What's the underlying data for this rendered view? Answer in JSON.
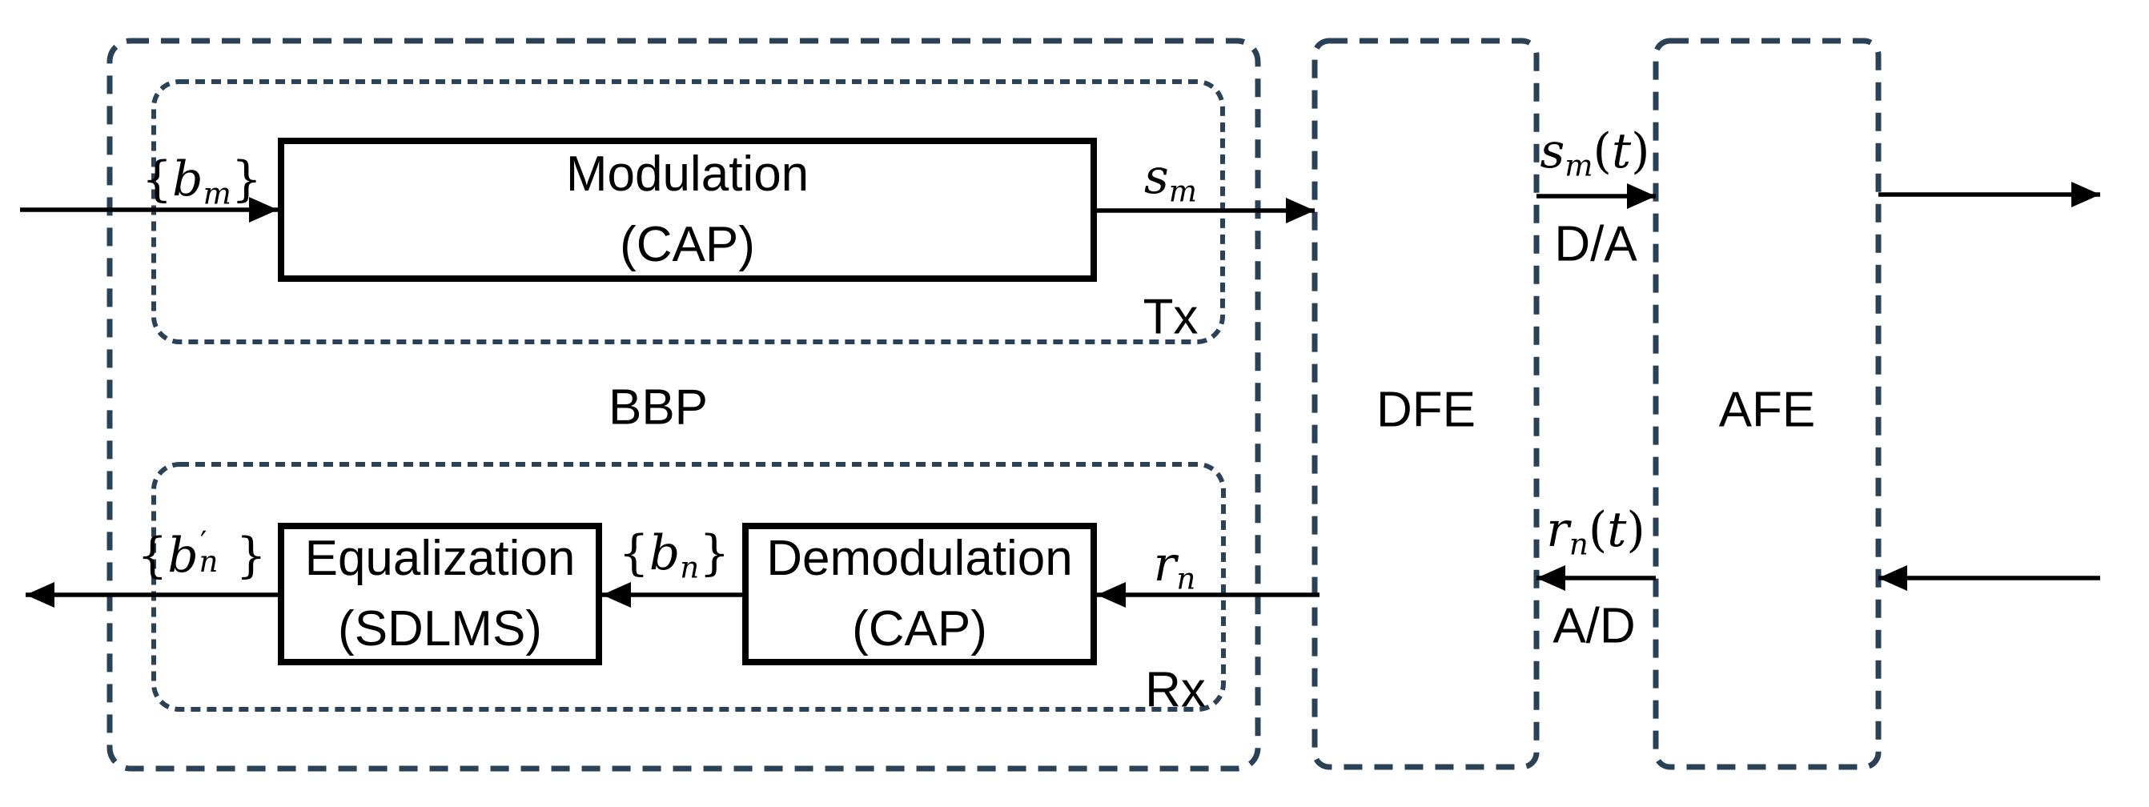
{
  "colors": {
    "dash": "#2a4257",
    "ink": "#000000",
    "bg": "#ffffff"
  },
  "containers": {
    "bbp": {
      "label": "BBP"
    },
    "tx": {
      "label": "Tx"
    },
    "rx": {
      "label": "Rx"
    },
    "dfe": {
      "label": "DFE"
    },
    "afe": {
      "label": "AFE"
    }
  },
  "blocks": {
    "modulation": {
      "line1": "Modulation",
      "line2": "(CAP)"
    },
    "equalization": {
      "line1": "Equalization",
      "line2": "(SDLMS)"
    },
    "demodulation": {
      "line1": "Demodulation",
      "line2": "(CAP)"
    }
  },
  "signals": {
    "bm": {
      "open": "{",
      "base": "b",
      "sub": "m",
      "close": "}"
    },
    "sm": {
      "base": "s",
      "sub": "m"
    },
    "smt": {
      "base": "s",
      "sub": "m",
      "paren_open": "(",
      "arg": "t",
      "paren_close": ")"
    },
    "da": {
      "label": "D/A"
    },
    "bn_prime": {
      "open": "{",
      "base": "b",
      "prime": "′",
      "sub": "n",
      "close": "}"
    },
    "bn": {
      "open": "{",
      "base": "b",
      "sub": "n",
      "close": "}"
    },
    "rn": {
      "base": "r",
      "sub": "n"
    },
    "rnt": {
      "base": "r",
      "sub": "n",
      "paren_open": "(",
      "arg": "t",
      "paren_close": ")"
    },
    "ad": {
      "label": "A/D"
    }
  }
}
